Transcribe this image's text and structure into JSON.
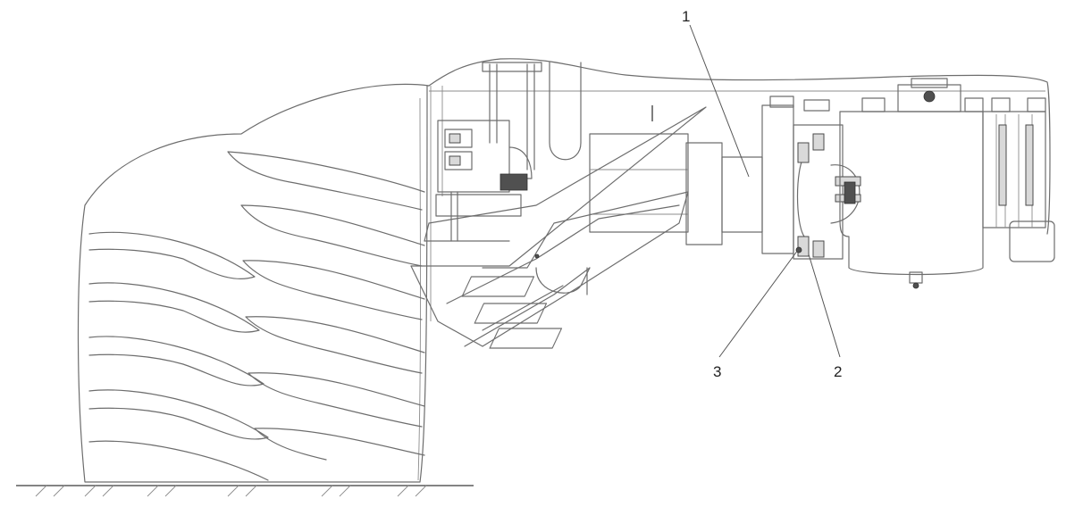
{
  "callouts": {
    "c1": "1",
    "c2": "2",
    "c3": "3"
  },
  "colors": {
    "line": "#6d6d6d",
    "background": "#ffffff",
    "text": "#222222"
  }
}
